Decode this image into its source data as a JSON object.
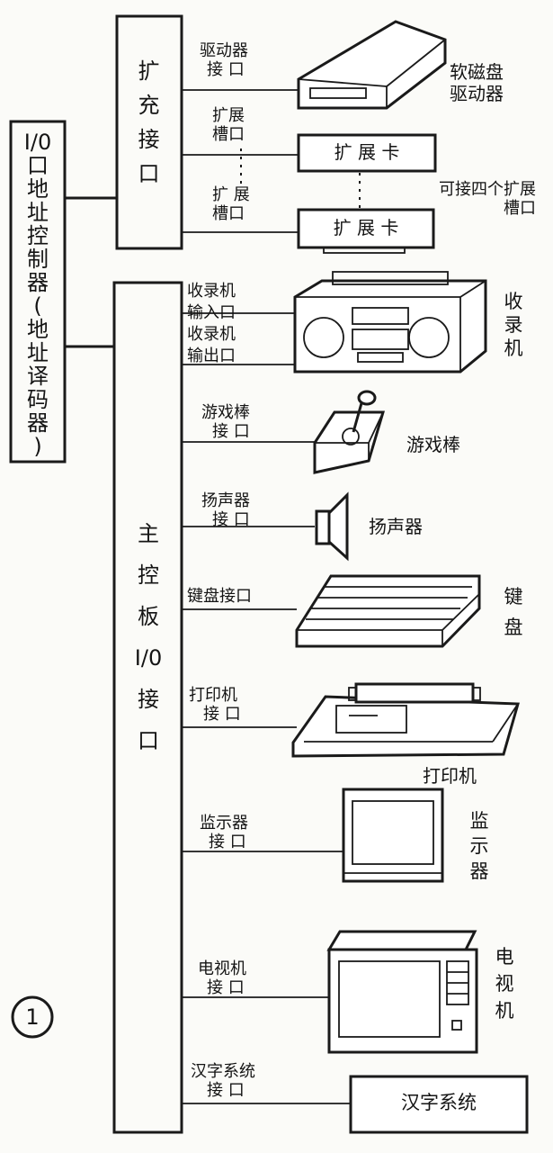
{
  "address_controller": {
    "lines": [
      "I/0",
      "口",
      "地",
      "址",
      "控",
      "制",
      "器",
      "(",
      "地",
      "址",
      "译",
      "码",
      "器",
      ")"
    ]
  },
  "expansion_port": {
    "label": "扩充接口"
  },
  "main_board_port": {
    "label": [
      "主",
      "控",
      "板",
      "I/0",
      "接",
      "口"
    ]
  },
  "expansion_items": {
    "drive_port": [
      "驱动器",
      "接 口"
    ],
    "floppy_drive": [
      "软磁盘",
      "驱动器"
    ],
    "slot1_port": [
      "扩展",
      "槽口"
    ],
    "slot1_card": "扩 展 卡",
    "slot2_port": [
      "扩 展",
      "槽口"
    ],
    "slot2_card": "扩 展 卡",
    "slots_note": [
      "可接四个扩展",
      "槽口"
    ]
  },
  "devices": [
    {
      "port": [
        "收录机",
        "输入口",
        "收录机",
        "输出口"
      ],
      "name": [
        "收",
        "录",
        "机"
      ]
    },
    {
      "port": [
        "游戏棒",
        "接 口"
      ],
      "name": [
        "游戏棒"
      ]
    },
    {
      "port": [
        "扬声器",
        "接 口"
      ],
      "name": [
        "扬声器"
      ]
    },
    {
      "port": [
        "键盘接口"
      ],
      "name": [
        "键",
        "盘"
      ]
    },
    {
      "port": [
        "打印机",
        "接 口"
      ],
      "name": [
        "打印机"
      ]
    },
    {
      "port": [
        "监示器",
        "接 口"
      ],
      "name": [
        "监",
        "示",
        "器"
      ]
    },
    {
      "port": [
        "电视机",
        "接 口"
      ],
      "name": [
        "电",
        "视",
        "机"
      ]
    },
    {
      "port": [
        "汉字系统",
        "接 口"
      ],
      "name": [
        "汉字系统"
      ]
    }
  ],
  "figure_number": "1"
}
